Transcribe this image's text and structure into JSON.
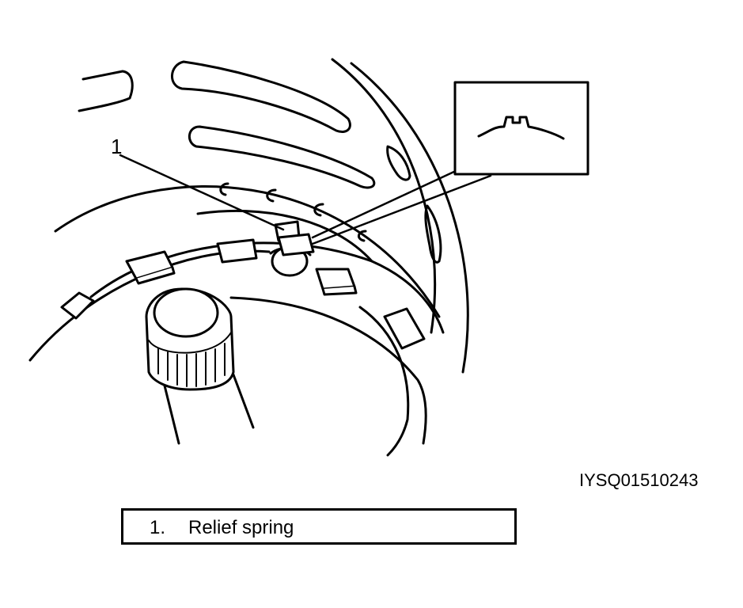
{
  "callout": {
    "number": "1"
  },
  "figure_code": "IYSQ01510243",
  "legend": {
    "items": [
      {
        "number": "1.",
        "label": "Relief spring"
      }
    ]
  }
}
